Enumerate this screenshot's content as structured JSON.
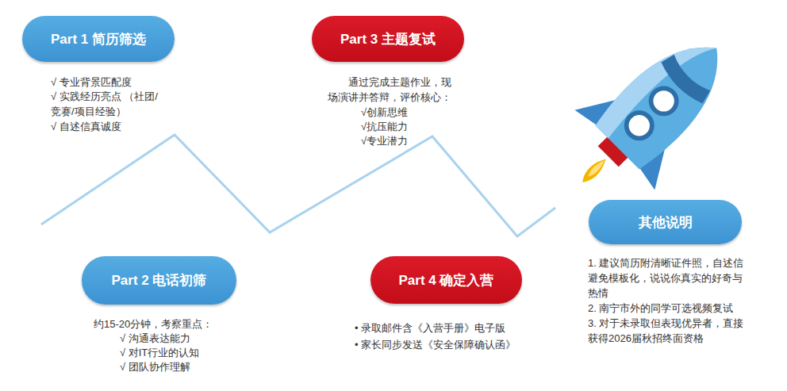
{
  "diagram": {
    "nodes": [
      {
        "text": [
          "Part 1 简历筛选",
          "√ 专业背景匹配度",
          "√ 实践经历亮点 （社团/竞赛/项目经验）",
          "√ 自述信真诚度"
        ]
      },
      {
        "text": [
          "Part 2 电话初筛",
          "约15-20分钟，考察重点：",
          "√ 沟通表达能力",
          "√ 对IT行业的认知",
          "√ 团队协作理解"
        ]
      },
      {
        "text": [
          "Part 3 主题复试",
          "通过完成主题作业，现场演讲并答辩，评价核心：",
          "√创新思维",
          "√抗压能力",
          "√专业潜力"
        ]
      },
      {
        "text": [
          "Part 4 确定入营",
          "• 录取邮件含《入营手册》电子版",
          "• 家长同步发送《安全保障确认函》"
        ]
      },
      {
        "text": [
          "其他说明",
          "1. 建议简历附清晰证件照，自述信避免模板化，说说你真实的好奇与热情",
          "2. 南宁市外的同学可选视频复试",
          "3. 对于未录取但表现优异者，直接获得2026届秋招终面资格"
        ]
      }
    ]
  }
}
